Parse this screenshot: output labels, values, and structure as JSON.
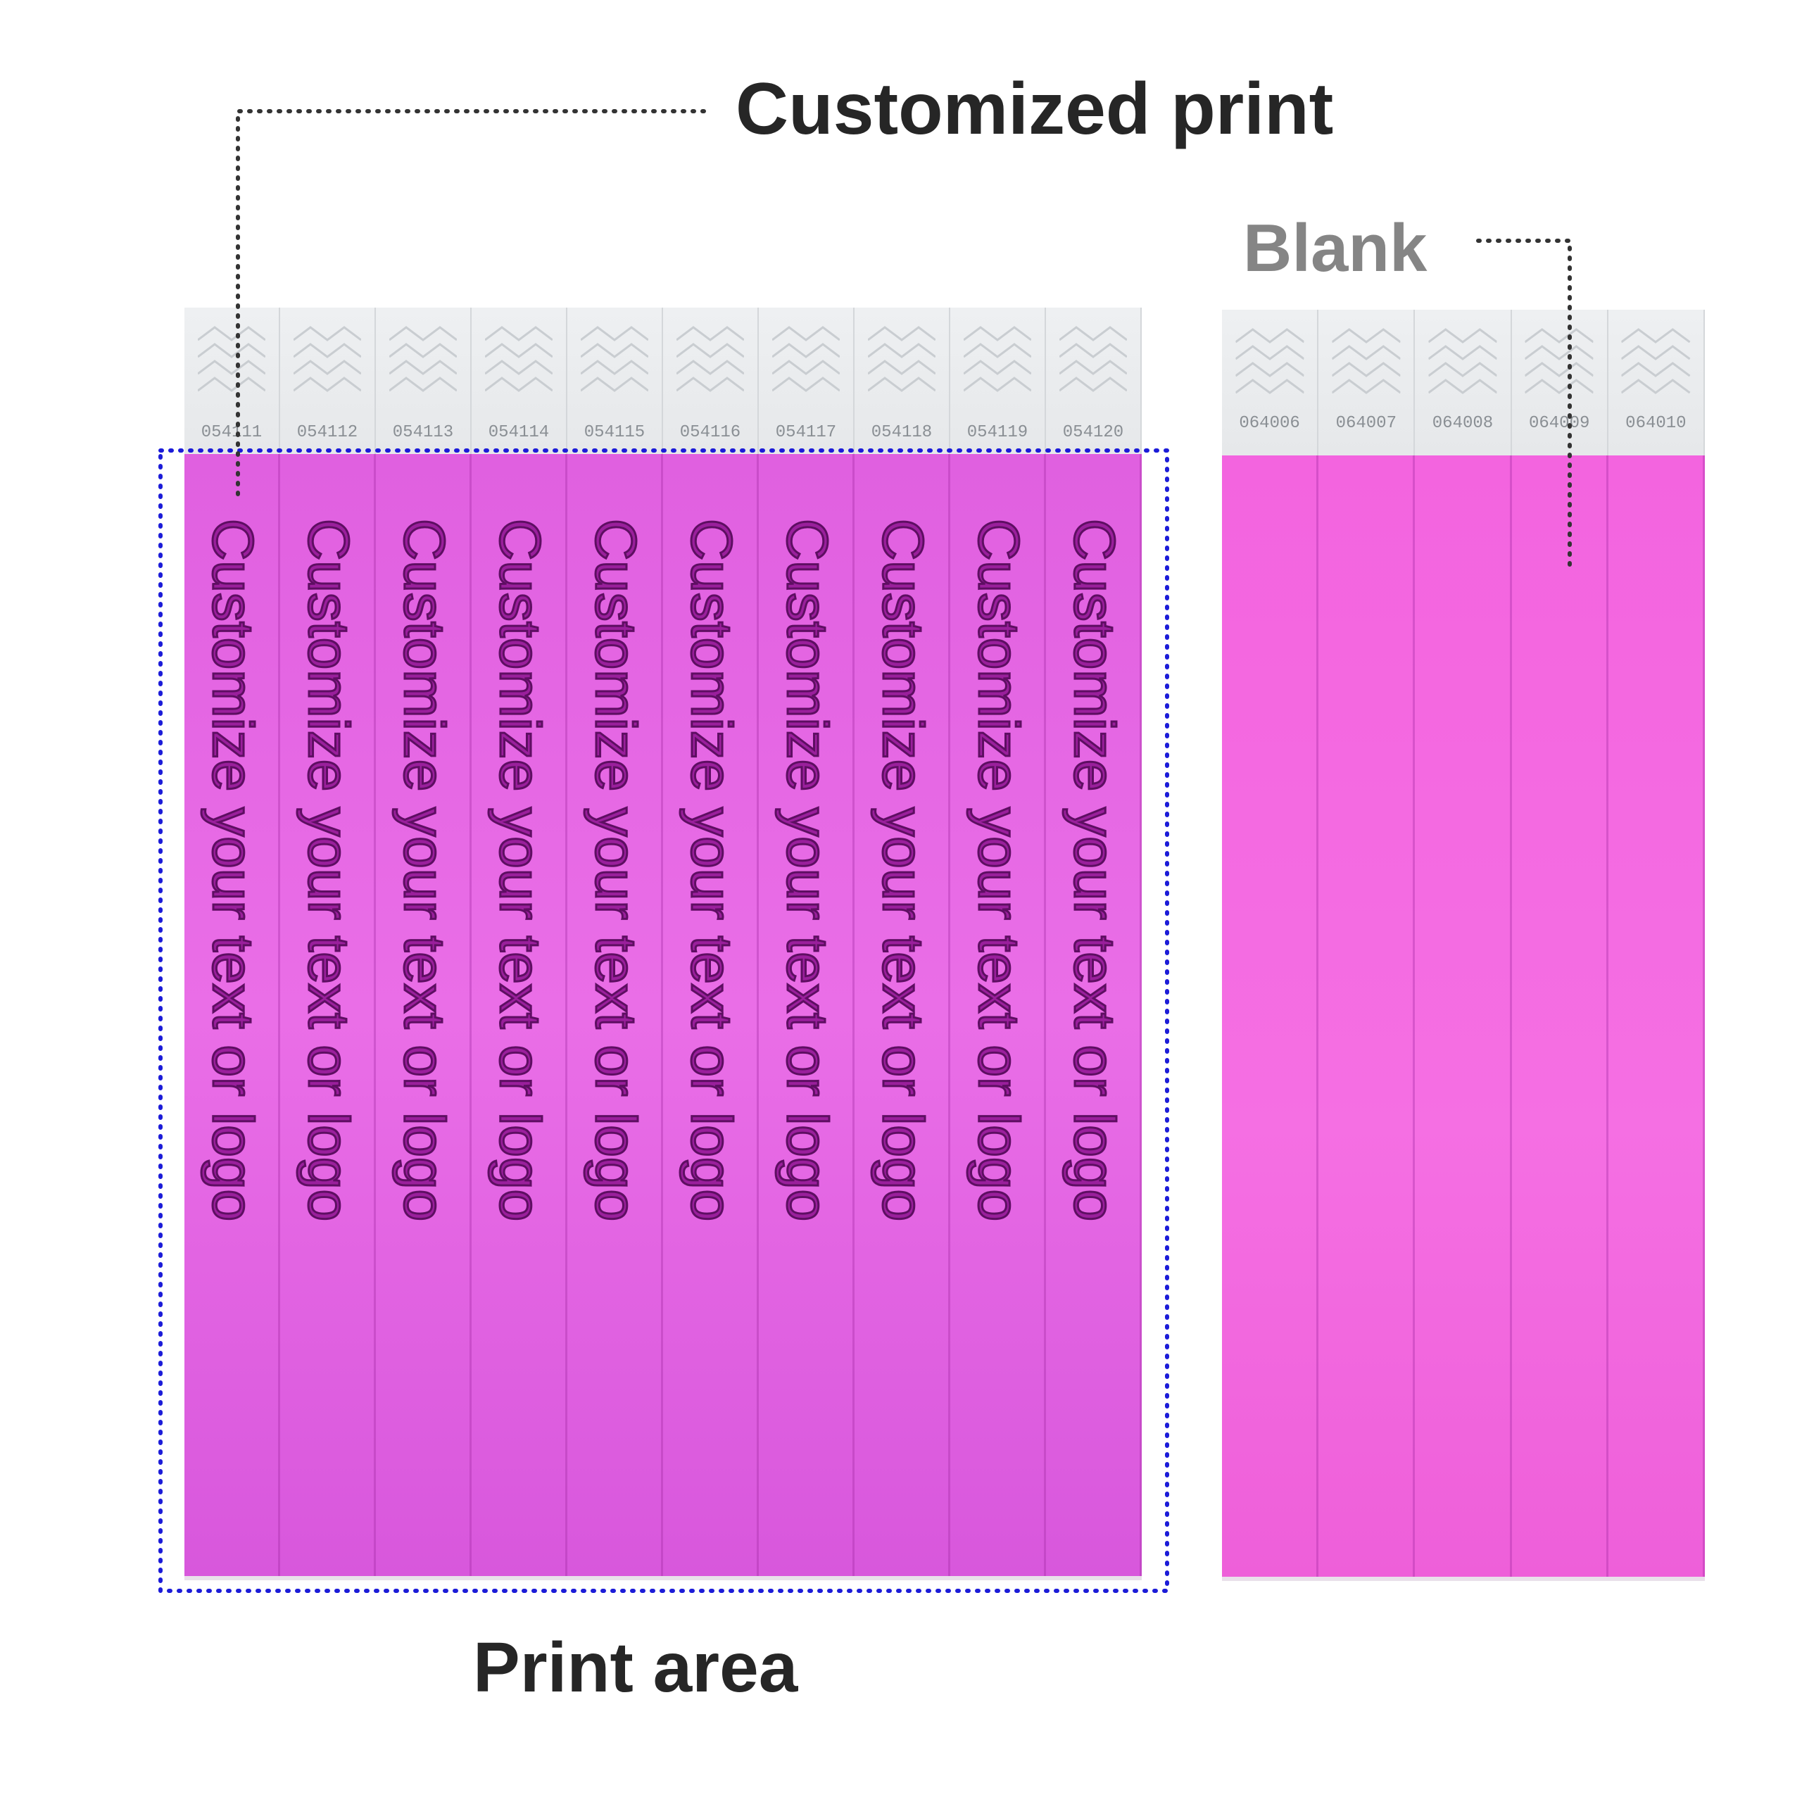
{
  "labels": {
    "customized_print": "Customized print",
    "blank": "Blank",
    "print_area": "Print area"
  },
  "colors": {
    "band_pink_custom": "#e468e4",
    "band_pink_blank": "#f36be0",
    "print_text": "#7a1480",
    "print_area_border": "#1c1cd8",
    "leader_line": "#333333"
  },
  "custom_sheet": {
    "print_text": "Customize your text or logo",
    "serials": [
      "054111",
      "054112",
      "054113",
      "054114",
      "054115",
      "054116",
      "054117",
      "054118",
      "054119",
      "054120"
    ]
  },
  "blank_sheet": {
    "serials": [
      "064006",
      "064007",
      "064008",
      "064009",
      "064010"
    ]
  }
}
